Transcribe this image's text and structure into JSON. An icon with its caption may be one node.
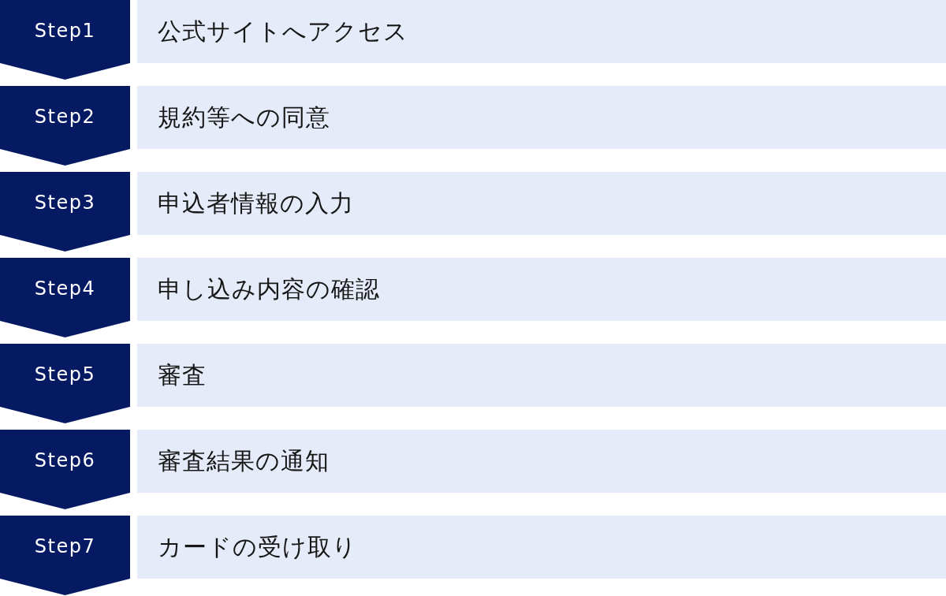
{
  "diagram": {
    "nodes": [
      {
        "text": [
          "Step1"
        ]
      },
      {
        "text": [
          "公式サイトへアクセス"
        ]
      },
      {
        "text": [
          "Step2"
        ]
      },
      {
        "text": [
          "規約等への同意"
        ]
      },
      {
        "text": [
          "Step3"
        ]
      },
      {
        "text": [
          "申込者情報の入力"
        ]
      },
      {
        "text": [
          "Step4"
        ]
      },
      {
        "text": [
          "申し込み内容の確認"
        ]
      },
      {
        "text": [
          "Step5"
        ]
      },
      {
        "text": [
          "審査"
        ]
      },
      {
        "text": [
          "Step6"
        ]
      },
      {
        "text": [
          "審査結果の通知"
        ]
      },
      {
        "text": [
          "Step7"
        ]
      },
      {
        "text": [
          "カードの受け取り"
        ]
      }
    ],
    "edges": [
      {
        "from": 0,
        "to": 2,
        "arrow": "to"
      },
      {
        "from": 2,
        "to": 4,
        "arrow": "to"
      },
      {
        "from": 4,
        "to": 6,
        "arrow": "to"
      },
      {
        "from": 6,
        "to": 8,
        "arrow": "to"
      },
      {
        "from": 8,
        "to": 10,
        "arrow": "to"
      },
      {
        "from": 10,
        "to": 12,
        "arrow": "to"
      },
      {
        "from": 12,
        "to": null,
        "arrow": "to"
      }
    ]
  }
}
